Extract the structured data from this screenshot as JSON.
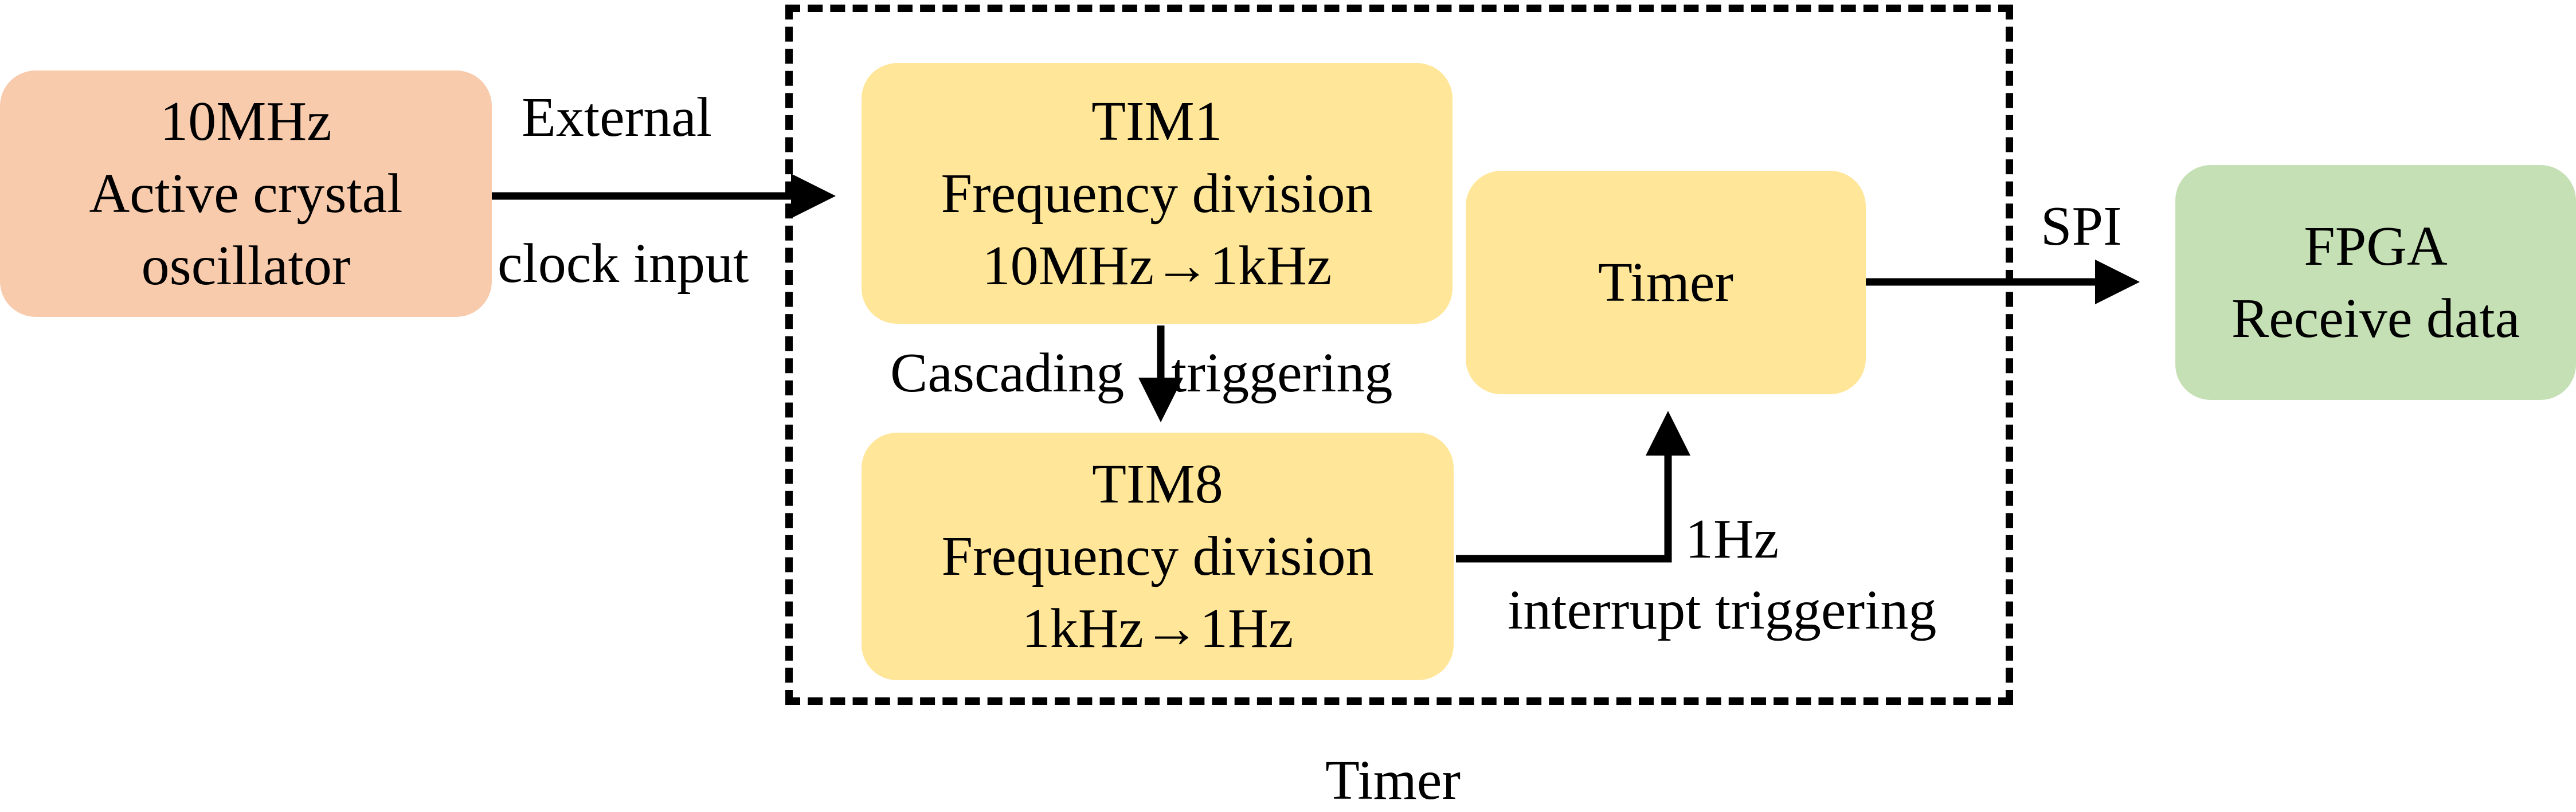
{
  "colors": {
    "oscillator_fill": "#F8CBAD",
    "timer_fill": "#FFE699",
    "fpga_fill": "#C5E0B4",
    "line": "#000000"
  },
  "nodes": {
    "oscillator": {
      "lines": [
        "10MHz",
        "Active crystal",
        "oscillator"
      ]
    },
    "tim1": {
      "lines": [
        "TIM1",
        "Frequency division",
        "10MHz→1kHz"
      ]
    },
    "tim8": {
      "lines": [
        "TIM8",
        "Frequency division",
        "1kHz→1Hz"
      ]
    },
    "timer": {
      "lines": [
        "Timer"
      ]
    },
    "fpga": {
      "lines": [
        "FPGA",
        "Receive data"
      ]
    }
  },
  "edges": {
    "external_top": "External",
    "external_bottom": "clock input",
    "cascading_left": "Cascading",
    "cascading_right": "triggering",
    "interrupt_top": "1Hz",
    "interrupt_bottom": "interrupt triggering",
    "spi": "SPI"
  },
  "group_label": "Timer"
}
